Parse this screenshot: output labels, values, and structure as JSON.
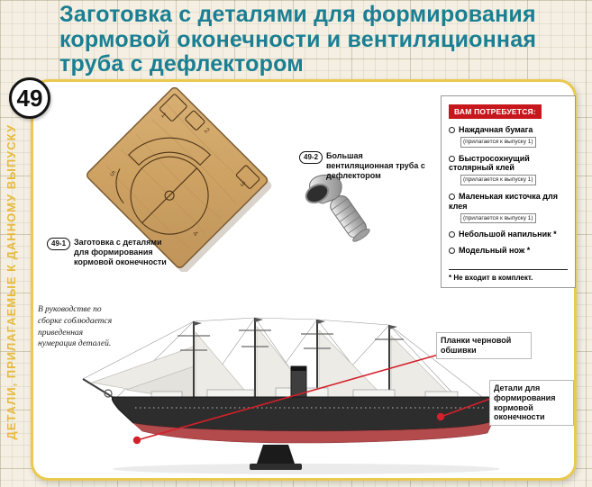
{
  "page": {
    "issue_number": "49",
    "side_label": "ДЕТАЛИ, ПРИЛАГАЕМЫЕ К ДАННОМУ ВЫПУСКУ",
    "title_lines": [
      "Заготовка с деталями для формирования",
      "кормовой оконечности и вентиляционная",
      "труба с дефлектором"
    ]
  },
  "parts": {
    "part1": {
      "badge": "49-1",
      "label": "Заготовка с деталями для формирования кормовой оконечности"
    },
    "part2": {
      "badge": "49-2",
      "label": "Большая вентиляционная труба с дефлектором"
    }
  },
  "required": {
    "title": "ВАМ ПОТРЕБУЕТСЯ:",
    "items": [
      {
        "name": "Наждачная бумага",
        "note": "(прилагается к выпуску 1)"
      },
      {
        "name": "Быстросохнущий столярный клей",
        "note": "(прилагается к выпуску 1)"
      },
      {
        "name": "Маленькая кисточка для клея",
        "note": "(прилагается к выпуску 1)"
      },
      {
        "name": "Небольшой напильник *",
        "note": ""
      },
      {
        "name": "Модельный нож *",
        "note": ""
      }
    ],
    "footnote": "* Не входит в комплект."
  },
  "note": "В руководстве по сборке соблюдается приведенная нумерация деталей.",
  "callouts": {
    "planking": "Планки черновой обшивки",
    "stern": "Детали для формирования кормовой оконечности"
  },
  "sheet": {
    "numbers": [
      "1",
      "2",
      "3",
      "4",
      "5"
    ]
  },
  "colors": {
    "accent_teal": "#1a7f93",
    "accent_red": "#c8161d",
    "gold": "#eac94f"
  }
}
